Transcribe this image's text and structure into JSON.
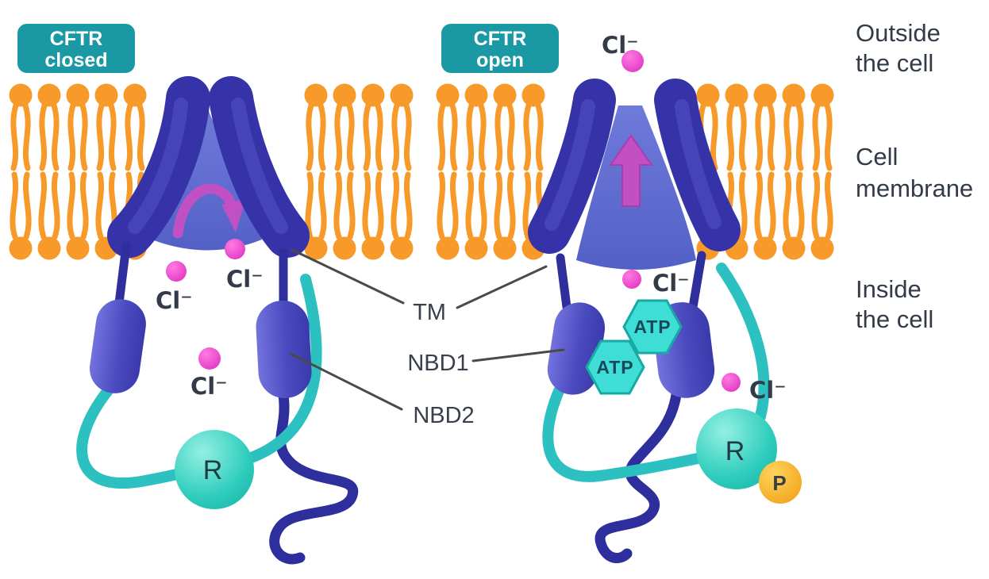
{
  "left_panel": {
    "badge_line1": "CFTR",
    "badge_line2": "closed"
  },
  "right_panel": {
    "badge_line1": "CFTR",
    "badge_line2": "open"
  },
  "region_labels": {
    "outside_line1": "Outside",
    "outside_line2": "the cell",
    "membrane_line1": "Cell",
    "membrane_line2": "membrane",
    "inside_line1": "Inside",
    "inside_line2": "the cell"
  },
  "part_labels": {
    "tm": "TM",
    "nbd1": "NBD1",
    "nbd2": "NBD2",
    "r_domain": "R",
    "p_group": "P",
    "atp": "ATP",
    "chloride_ion": "Cl⁻"
  },
  "colors": {
    "membrane_orange": "#F79A29",
    "tm_dark_blue": "#3633A9",
    "funnel_blue": "#5B68CC",
    "nbd_blue": "#4B4BC0",
    "loop_teal": "#2DC0C1",
    "r_sphere_teal": "#1FC4B4",
    "atp_turquoise": "#3EDED6",
    "chloride_magenta": "#E83FC9",
    "arrow_pink": "#C84FC3",
    "phosphate_orange": "#F4A51F",
    "badge_teal": "#1A99A4",
    "text_dark": "#333B48"
  }
}
